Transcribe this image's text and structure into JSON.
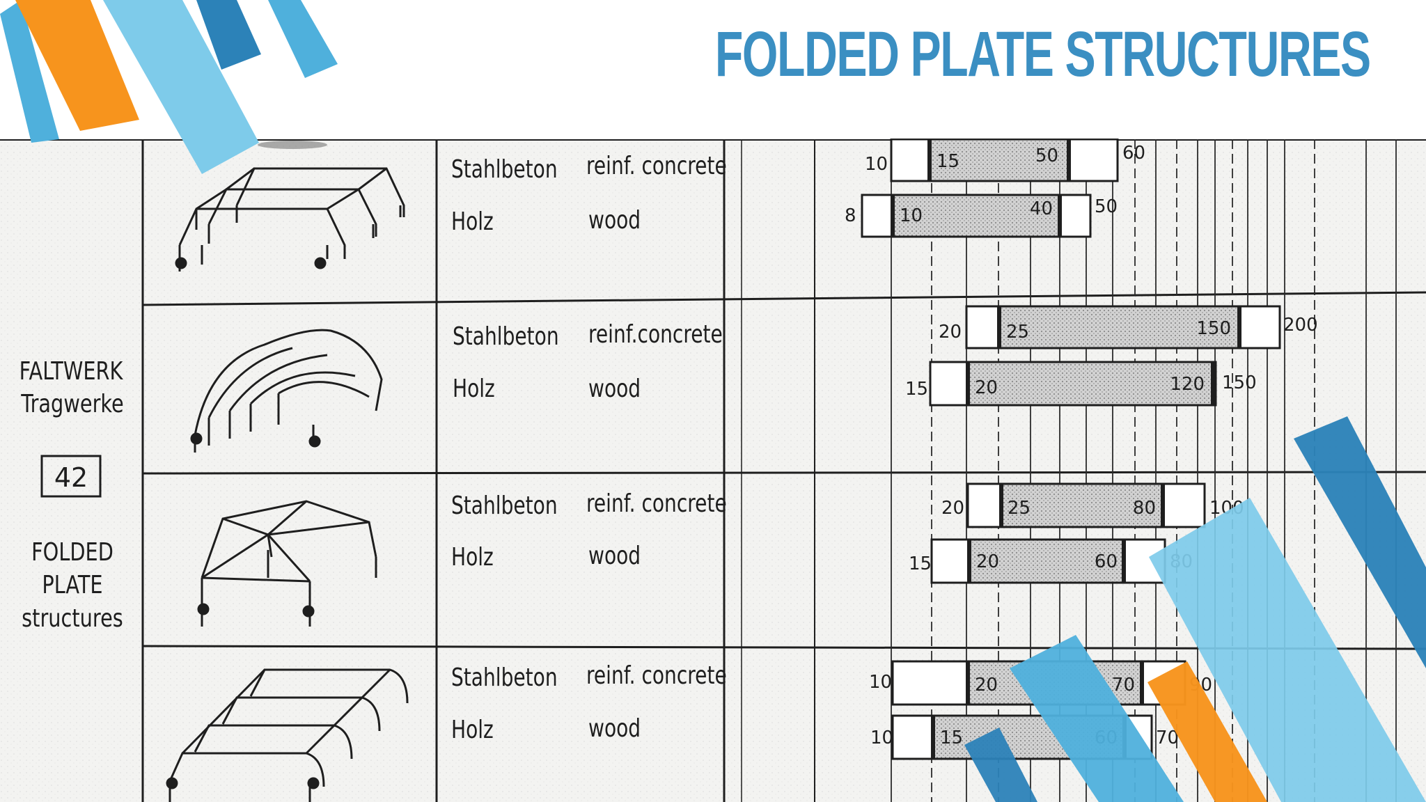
{
  "slide": {
    "title": "FOLDED PLATE STRUCTURES"
  },
  "chart_side_label": {
    "german_line1": "FALTWERK",
    "german_line2": "Tragwerke",
    "box_number": "42",
    "english_line1": "FOLDED",
    "english_line2": "PLATE",
    "english_line3": "structures"
  },
  "rows": [
    {
      "materials": [
        {
          "german": "Stahlbeton",
          "english": "reinf. concrete",
          "min": "10",
          "range_start": "15",
          "range_end": "50",
          "max": "60"
        },
        {
          "german": "Holz",
          "english": "wood",
          "min": "8",
          "range_start": "10",
          "range_end": "40",
          "max": "50"
        }
      ]
    },
    {
      "materials": [
        {
          "german": "Stahlbeton",
          "english": "reinf.concrete",
          "min": "20",
          "range_start": "25",
          "range_end": "150",
          "max": "200"
        },
        {
          "german": "Holz",
          "english": "wood",
          "min": "15",
          "range_start": "20",
          "range_end": "120",
          "max": "150"
        }
      ]
    },
    {
      "materials": [
        {
          "german": "Stahlbeton",
          "english": "reinf. concrete",
          "min": "20",
          "range_start": "25",
          "range_end": "80",
          "max": "100"
        },
        {
          "german": "Holz",
          "english": "wood",
          "min": "15",
          "range_start": "20",
          "range_end": "60",
          "max": "80"
        }
      ]
    },
    {
      "materials": [
        {
          "german": "Stahlbeton",
          "english": "reinf. concrete",
          "min": "10",
          "range_start": "20",
          "range_end": "70",
          "max": "90"
        },
        {
          "german": "Holz",
          "english": "wood",
          "min": "10",
          "range_start": "15",
          "range_end": "60",
          "max": "70"
        }
      ]
    }
  ],
  "colors": {
    "title_blue": "#3b8fc2",
    "light_blue": "#7ecbea",
    "mid_blue": "#4fb0dc",
    "dark_blue": "#2c82b8",
    "orange": "#f7941d",
    "ink": "#1e1e1e",
    "bar_fill": "#cfcfcf"
  }
}
